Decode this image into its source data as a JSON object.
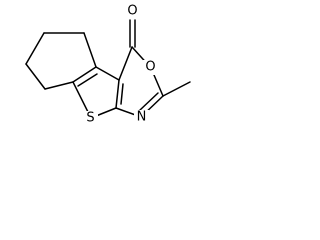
{
  "molecule": {
    "atoms": {
      "carbonyl_oxygen": "O",
      "ring_oxygen": "O",
      "sulfur": "S",
      "ring_nitrogen": "N"
    }
  }
}
